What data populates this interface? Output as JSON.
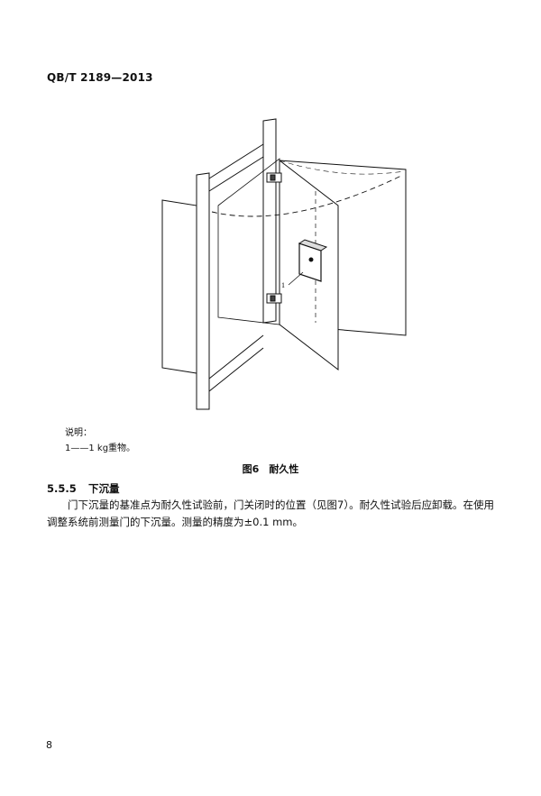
{
  "header": {
    "standard_code": "QB/T 2189—2013"
  },
  "figure": {
    "callout_number": "1",
    "legend_title": "说明：",
    "legend_items": [
      "1——1 kg重物。"
    ],
    "caption": "图6　耐久性"
  },
  "section": {
    "number": "5.5.5",
    "title": "下沉量",
    "body": "门下沉量的基准点为耐久性试验前，门关闭时的位置（见图7）。耐久性试验后应卸载。在使用调整系统前测量门的下沉量。测量的精度为±0.1 mm。"
  },
  "footer": {
    "page_number": "8"
  }
}
